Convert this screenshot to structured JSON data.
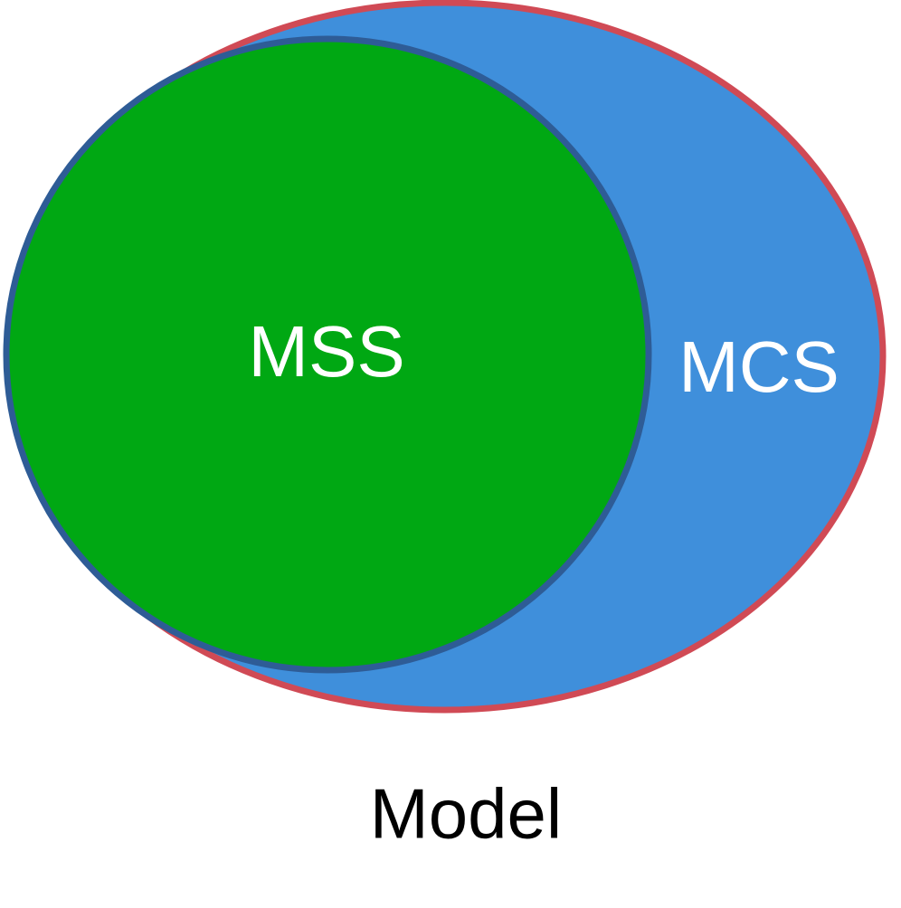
{
  "diagram": {
    "outer_set": {
      "label": "MCS",
      "fill_color": "#3f8fdb",
      "border_color": "#d04a55"
    },
    "inner_set": {
      "label": "MSS",
      "fill_color": "#00a813",
      "border_color": "#2e5c96"
    },
    "caption": "Model"
  }
}
